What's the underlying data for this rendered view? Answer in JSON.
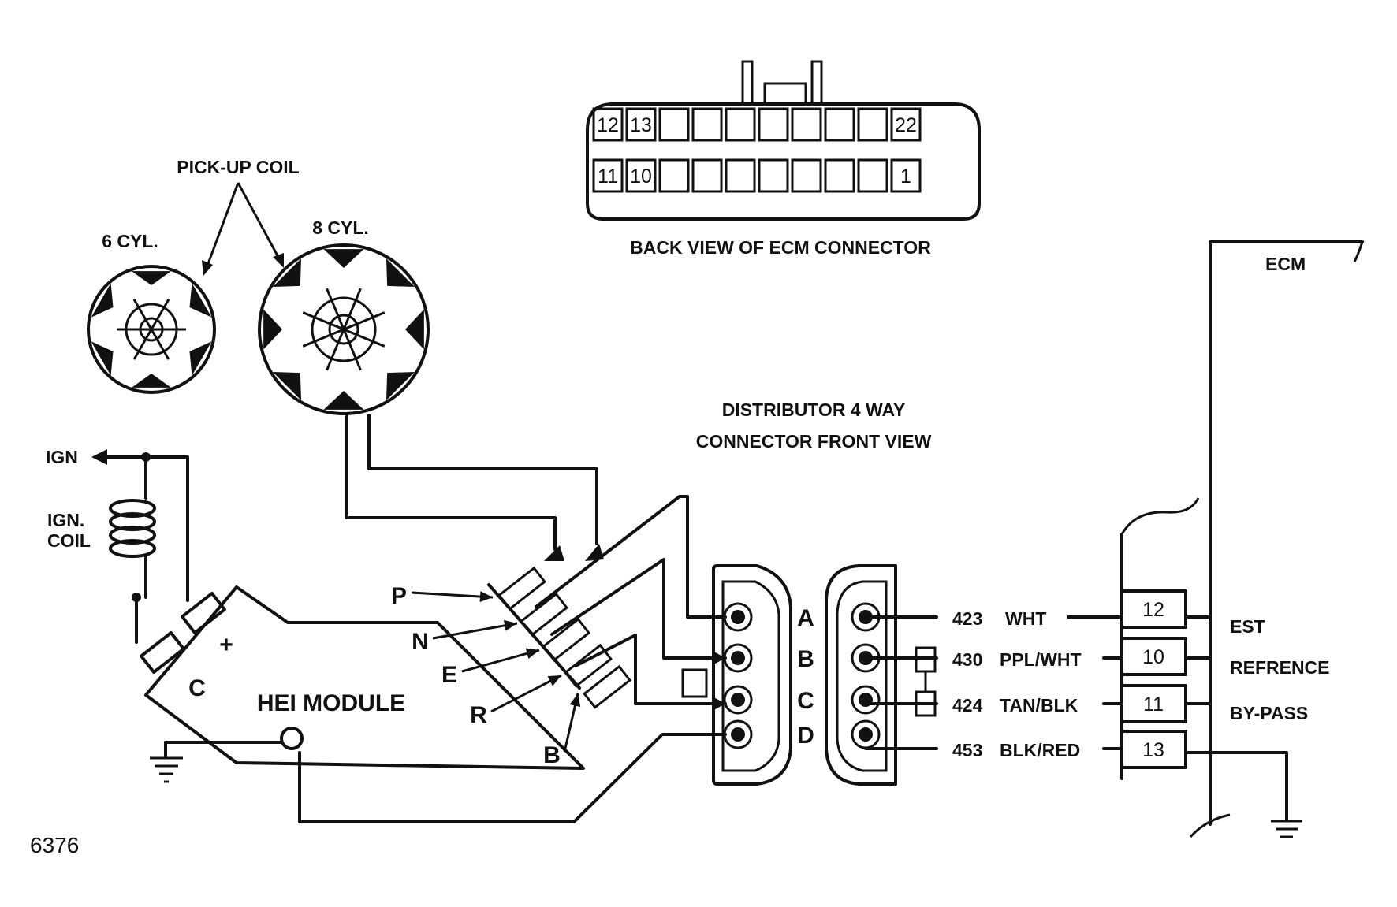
{
  "ecm_connector": {
    "title": "BACK VIEW OF ECM CONNECTOR",
    "top_row": [
      "12",
      "13",
      "",
      "",
      "",
      "",
      "",
      "",
      "",
      "22"
    ],
    "bottom_row": [
      "11",
      "10",
      "",
      "",
      "",
      "",
      "",
      "",
      "",
      "1"
    ]
  },
  "pickup_coil": {
    "title": "PICK-UP COIL",
    "six_cyl": "6 CYL.",
    "eight_cyl": "8 CYL."
  },
  "ignition": {
    "ign": "IGN",
    "ign_coil_line1": "IGN.",
    "ign_coil_line2": "COIL"
  },
  "hei_module": {
    "title": "HEI MODULE",
    "plus": "+",
    "c": "C",
    "terminals": [
      "P",
      "N",
      "E",
      "R",
      "B"
    ]
  },
  "distributor_connector": {
    "title_line1": "DISTRIBUTOR 4  WAY",
    "title_line2": "CONNECTOR FRONT VIEW",
    "pins": [
      "A",
      "B",
      "C",
      "D"
    ]
  },
  "wires": [
    {
      "circuit": "423",
      "color": "WHT",
      "ecm_pin": "12",
      "function": "EST"
    },
    {
      "circuit": "430",
      "color": "PPL/WHT",
      "ecm_pin": "10",
      "function": "REFRENCE"
    },
    {
      "circuit": "424",
      "color": "TAN/BLK",
      "ecm_pin": "11",
      "function": "BY-PASS"
    },
    {
      "circuit": "453",
      "color": "BLK/RED",
      "ecm_pin": "13",
      "function": ""
    }
  ],
  "ecm": {
    "label": "ECM"
  },
  "figure_id": "6376"
}
